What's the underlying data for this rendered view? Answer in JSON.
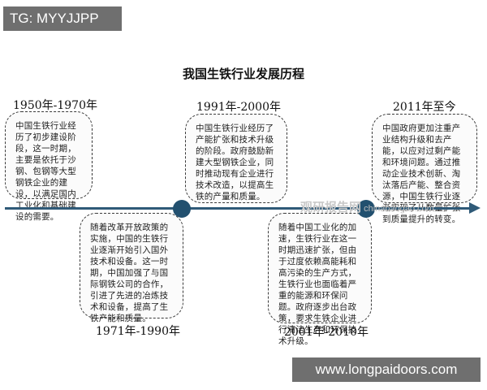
{
  "tag": "TG: MYYJJPP",
  "title": "我国生铁行业发展历程",
  "colors": {
    "axis": "#2f5a78",
    "node": "#22506f"
  },
  "stages": [
    {
      "period": "1950年-1970年",
      "text": "中国生铁行业经历了初步建设阶段，这一时期，主要是依托于沙钢、包钢等大型钢铁企业的建设，以满足国内工业化和基础建设的需要。"
    },
    {
      "period": "1971年-1990年",
      "text": "随着改革开放政策的实施，中国的生铁行业逐渐开始引入国外技术和设备。这一时期，中国加强了与国际钢铁公司的合作，引进了先进的冶炼技术和设备，提高了生铁产能和质量。"
    },
    {
      "period": "1991年-2000年",
      "text": "中国生铁行业经历了产能扩张和技术升级的阶段。政府鼓励新建大型钢铁企业，同时推动现有企业进行技术改造，以提高生铁的产量和质量。"
    },
    {
      "period": "2001年-2010年",
      "text": "随着中国工业化的加速，生铁行业在这一时期迅速扩张，但由于过度依赖高能耗和高污染的生产方式，生铁行业也面临着严重的能源和环保问题。政府逐步出台政策，要求生铁企业进行清洁生产和环保技术升级。"
    },
    {
      "period": "2011年至今",
      "text": "中国政府更加注重产业结构升级和去产能，以应对过剩产能和环境问题。通过推动企业技术创新、淘汰落后产能、整合资源，中国生铁行业逐渐实现了从数量扩张到质量提升的转变。"
    }
  ],
  "watermark_mid": {
    "name": "观研报告网",
    "url": "chinabaogao.com"
  },
  "watermark_bottom": "www.longpaidoors.com"
}
